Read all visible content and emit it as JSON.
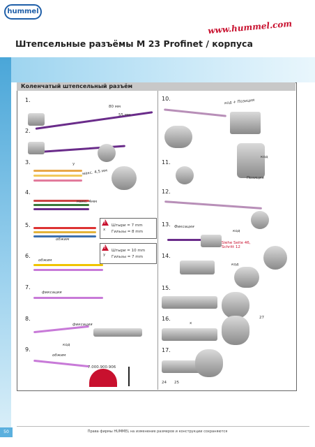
{
  "header": {
    "logo_text": "hummel",
    "url": "www.hummel.com",
    "title": "Штепсельные разъёмы M 23 Profinet / корпуса"
  },
  "panel": {
    "heading": "Коленчатый штепсельный разъём"
  },
  "steps": {
    "s1": "1.",
    "s2": "2.",
    "s3": "3.",
    "s4": "4.",
    "s5": "5.",
    "s6": "6.",
    "s7": "7.",
    "s8": "8.",
    "s9": "9.",
    "s10": "10.",
    "s11": "11.",
    "s12": "12.",
    "s13": "13.",
    "s14": "14.",
    "s15": "15.",
    "s16": "16.",
    "s17": "17."
  },
  "labels": {
    "dim_80": "80 мм",
    "dim_55": "55 мм",
    "y_label": "y",
    "max_45": "макс. 4,5 мм",
    "max_4": "макс. 4мм",
    "crimp1": "обжим",
    "crimp2": "обжим",
    "crimp3": "обжим",
    "fix1": "фиксация",
    "fix2": "фиксация",
    "fix3": "Фиксация",
    "code1": "код",
    "code2": "код",
    "code3": "код",
    "code4": "код",
    "code_pos": "код + Позиция",
    "position": "Позиция",
    "tool": "7.000.900.906",
    "siehe": "Siehe Seite 46, Schritt 12",
    "n24": "24",
    "n25": "25",
    "n27": "27",
    "x_mark": "x"
  },
  "warnings": [
    {
      "var": "x",
      "line1": "Штыри = 7 mm",
      "line2": "Гильзы = 8 mm"
    },
    {
      "var": "y",
      "line1": "Штыри = 10 mm",
      "line2": "Гильзы = 7 mm"
    }
  ],
  "footer": {
    "page": "50",
    "text": "Права фирмы HUMMEL на изменение размеров и конструкции сохраняются"
  },
  "colors": {
    "brand_blue": "#1f5fa8",
    "url_red": "#c8102e",
    "wire_purple": "#6a2c8a",
    "band_blue": "#4aa6d8"
  }
}
